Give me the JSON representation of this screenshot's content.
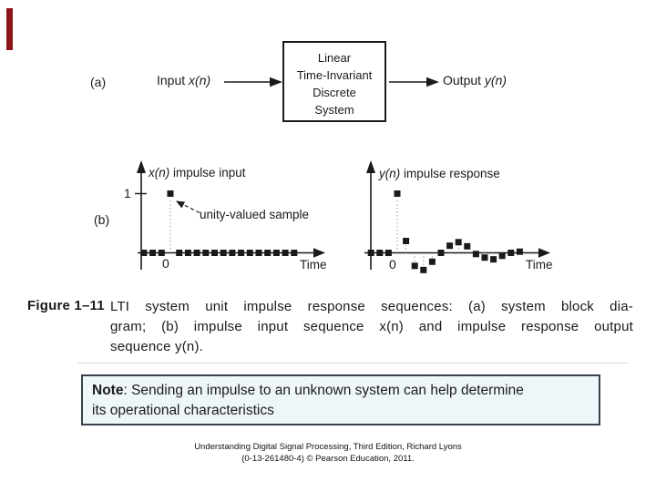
{
  "colors": {
    "accent_bar": "#8b1518",
    "ink": "#1a1a1a",
    "note_bg": "#eef6f9",
    "note_border": "#39424c",
    "divider": "#ccd7e3"
  },
  "diagram": {
    "label_a": "(a)",
    "input_prefix": "Input ",
    "input_var": "x(n)",
    "output_prefix": "Output ",
    "output_var": "y(n)",
    "box_lines": [
      "Linear",
      "Time-Invariant",
      "Discrete",
      "System"
    ]
  },
  "chart_data": [
    {
      "type": "scatter",
      "name": "impulse-input",
      "panel_label": "(b)",
      "title_var": "x(n)",
      "title_rest": " impulse input",
      "x": [
        -3,
        -2,
        -1,
        0,
        1,
        2,
        3,
        4,
        5,
        6,
        7,
        8,
        9,
        10,
        11,
        12,
        13,
        14
      ],
      "values": [
        0,
        0,
        0,
        1,
        0,
        0,
        0,
        0,
        0,
        0,
        0,
        0,
        0,
        0,
        0,
        0,
        0,
        0
      ],
      "xlabel": "Time",
      "x_tick_label": "0",
      "y_tick_label": "1",
      "annotation": "unity-valued sample",
      "ylim": [
        -0.5,
        1.5
      ],
      "grid": false,
      "legend": false
    },
    {
      "type": "scatter",
      "name": "impulse-response",
      "title_var": "y(n)",
      "title_rest": " impulse response",
      "x": [
        -3,
        -2,
        -1,
        0,
        1,
        2,
        3,
        4,
        5,
        6,
        7,
        8,
        9,
        10,
        11,
        12,
        13,
        14
      ],
      "values": [
        0,
        0,
        0,
        1.0,
        0.2,
        -0.22,
        -0.29,
        -0.15,
        0,
        0.12,
        0.18,
        0.11,
        -0.02,
        -0.08,
        -0.11,
        -0.05,
        0,
        0.02
      ],
      "xlabel": "Time",
      "x_tick_label": "0",
      "ylim": [
        -0.5,
        1.5
      ],
      "grid": false,
      "legend": false
    }
  ],
  "caption": {
    "label": "Figure 1–11",
    "lines": [
      "LTI system unit impulse response sequences: (a) system block dia-",
      "gram; (b) impulse input sequence x(n) and impulse response output",
      "sequence y(n)."
    ]
  },
  "note": {
    "label": "Note",
    "line1": ": Sending an impulse to an unknown system can help determine",
    "line2": "its operational characteristics"
  },
  "footer": {
    "line1": "Understanding Digital Signal Processing, Third Edition, Richard Lyons",
    "line2": "(0-13-261480-4) © Pearson Education, 2011."
  }
}
